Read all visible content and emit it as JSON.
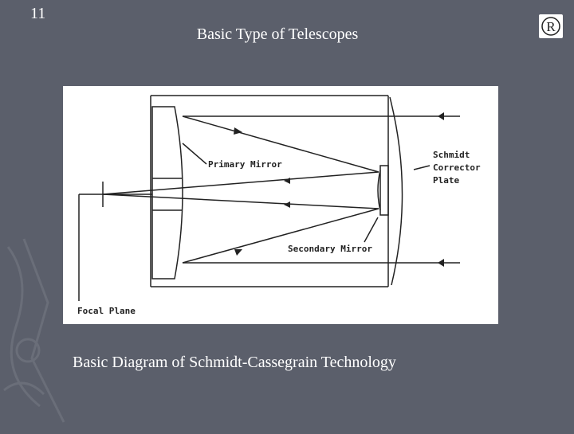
{
  "slide": {
    "number": "11",
    "title": "Basic Type of Telescopes",
    "caption": "Basic Diagram of  Schmidt-Cassegrain Technology",
    "logo_text": "R"
  },
  "diagram": {
    "labels": {
      "primary_mirror": "Primary Mirror",
      "secondary_mirror": "Secondary Mirror",
      "corrector_line1": "Schmidt",
      "corrector_line2": "Corrector",
      "corrector_line3": "Plate",
      "focal_plane": "Focal Plane"
    }
  },
  "colors": {
    "background": "#5b5f6b",
    "panel": "#ffffff",
    "text": "#ffffff",
    "line": "#222222"
  }
}
